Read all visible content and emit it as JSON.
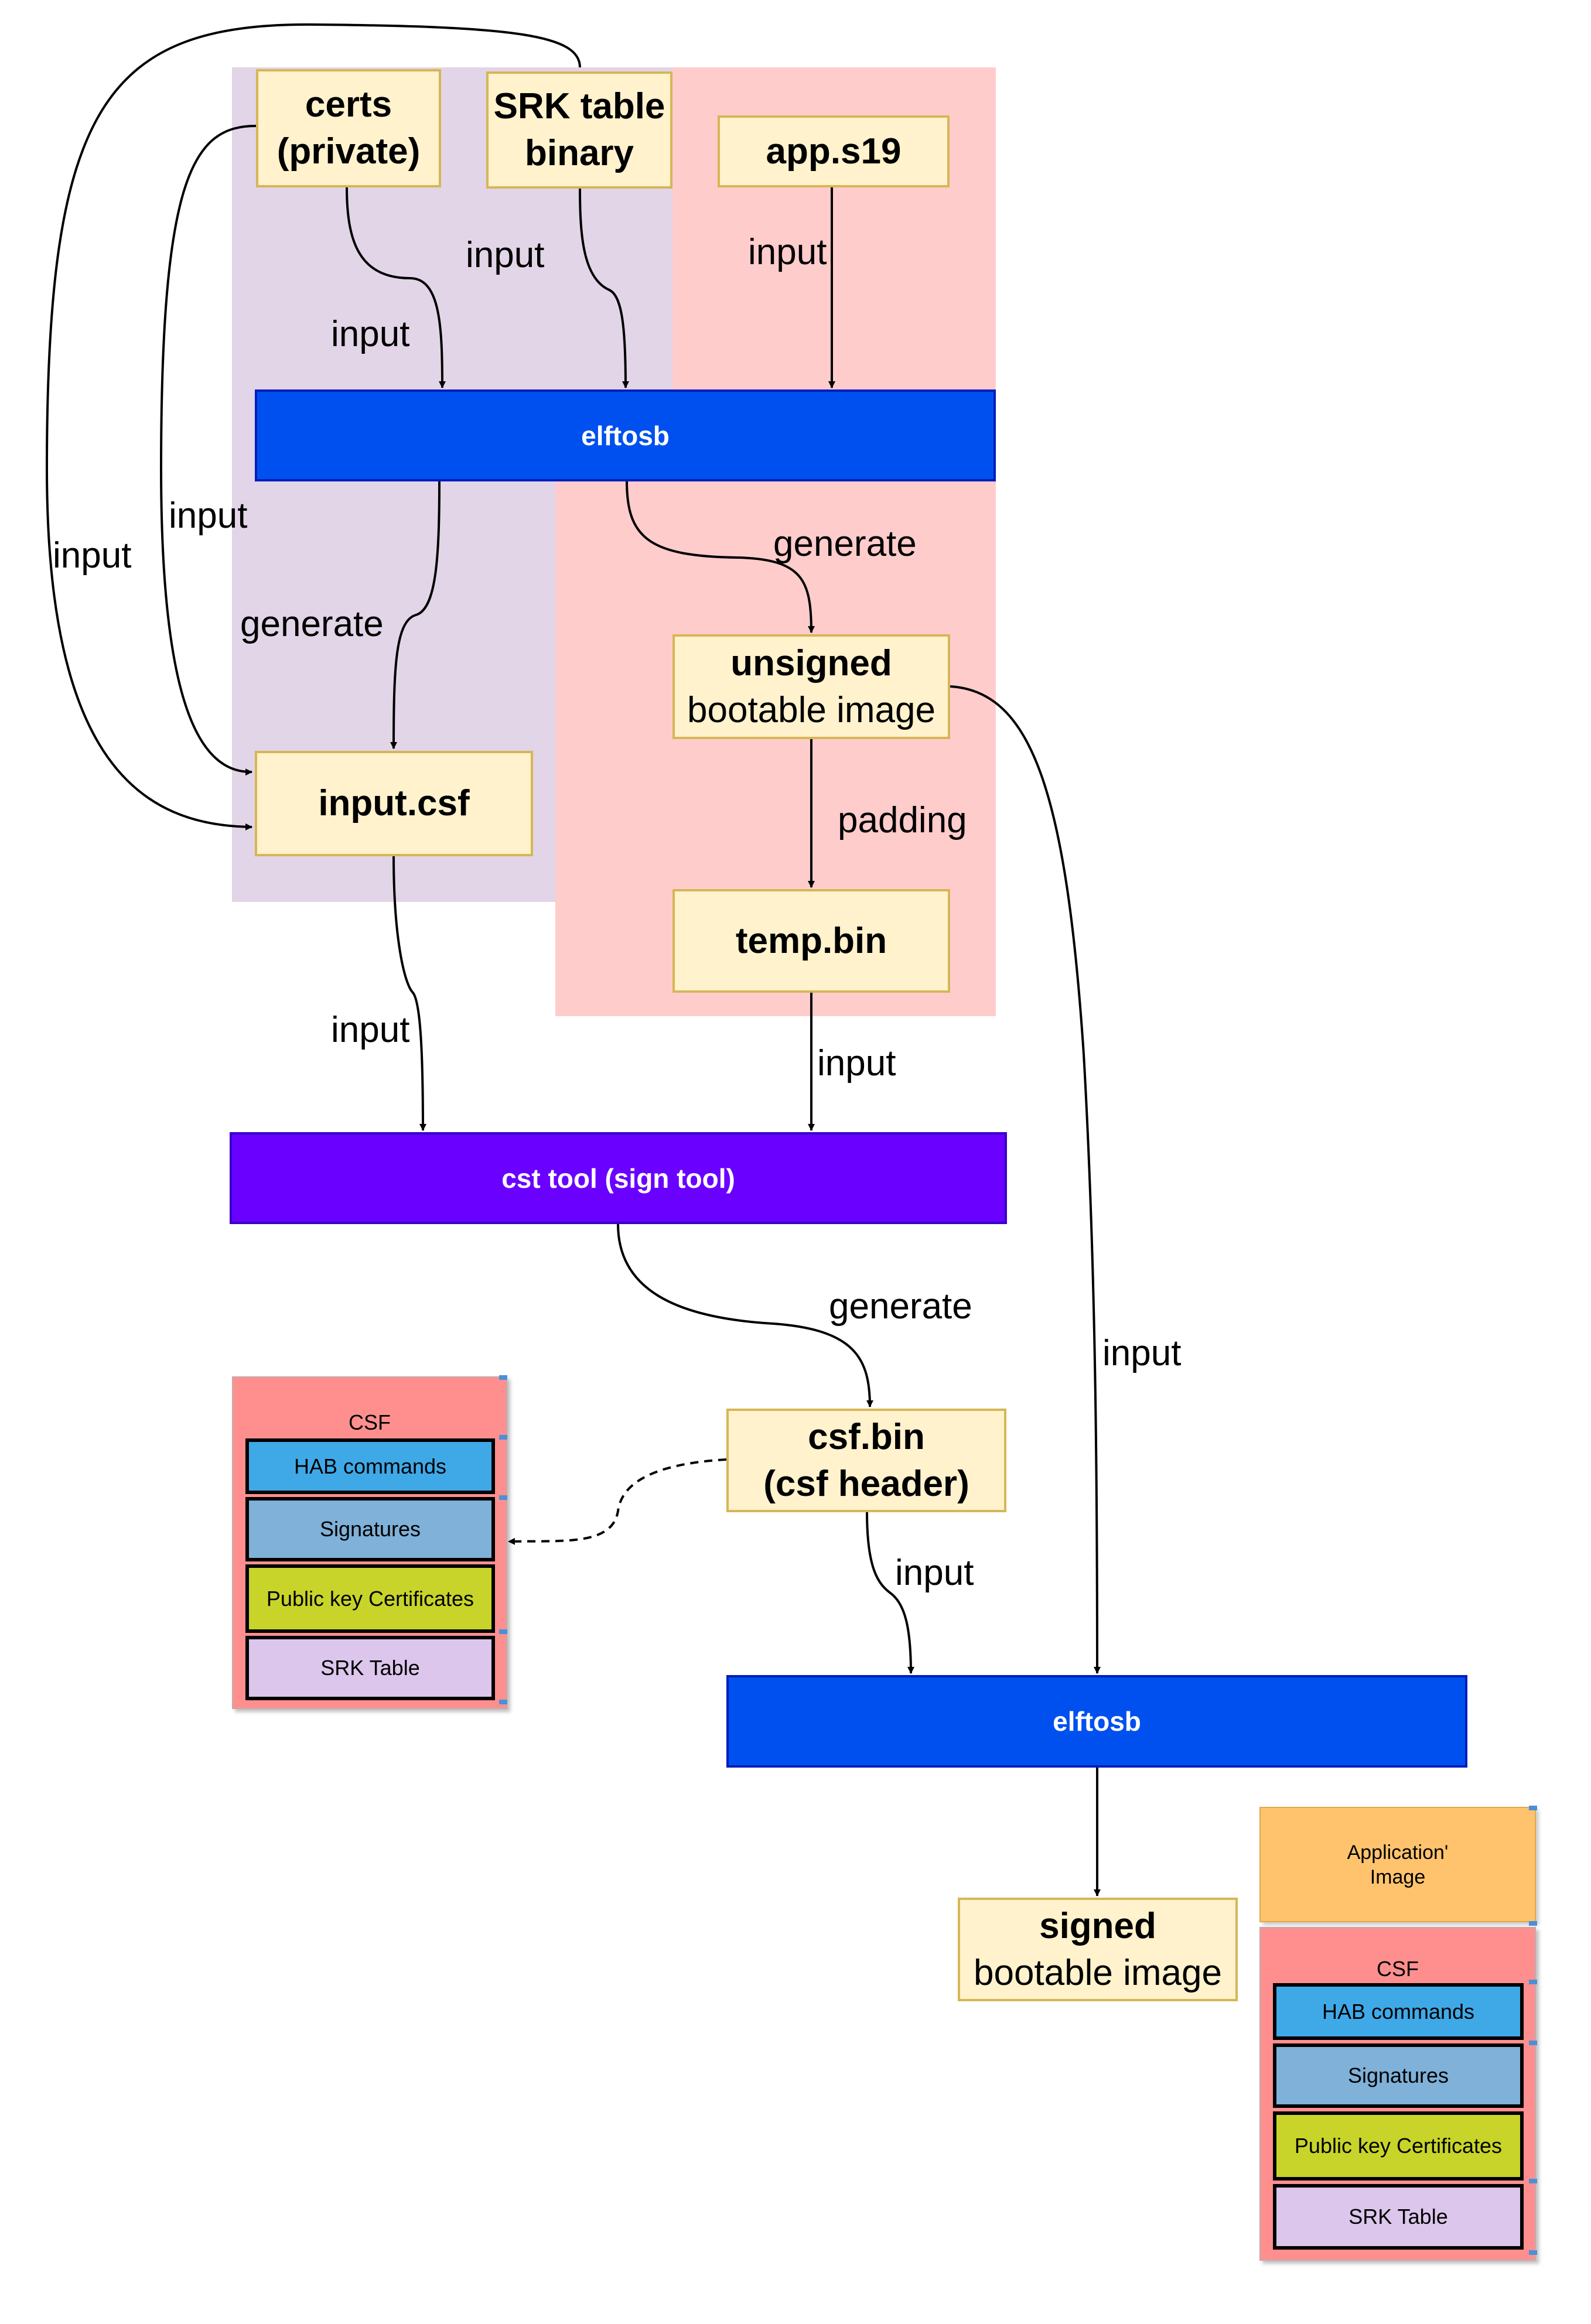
{
  "regions": {
    "signing_inputs": "",
    "image_build": ""
  },
  "nodes": {
    "certs": {
      "line1": "certs",
      "line2": "(private)"
    },
    "srk_table": {
      "line1": "SRK table",
      "line2": "binary"
    },
    "app_s19": {
      "line1": "app.s19"
    },
    "unsigned": {
      "line1": "unsigned",
      "line2": "bootable image"
    },
    "input_csf": {
      "line1": "input.csf"
    },
    "temp_bin": {
      "line1": "temp.bin"
    },
    "csf_bin": {
      "line1": "csf.bin",
      "line2": "(csf header)"
    },
    "signed": {
      "line1": "signed",
      "line2": "bootable image"
    }
  },
  "tools": {
    "elftosb_top": "elftosb",
    "cst": "cst tool (sign tool)",
    "elftosb_bottom": "elftosb"
  },
  "edge_labels": {
    "certs_to_elftosb": "input",
    "srk_to_elftosb": "input",
    "app_to_elftosb": "input",
    "srk_to_csf": "input",
    "certs_to_csf": "input",
    "elftosb_to_csf": "generate",
    "elftosb_to_unsigned": "generate",
    "unsigned_to_temp": "padding",
    "csf_to_cst": "input",
    "temp_to_cst": "input",
    "cst_to_csfbin": "generate",
    "unsigned_to_elftosb2": "input",
    "csfbin_to_elftosb2": "input"
  },
  "csf_legend": {
    "title": "CSF",
    "items": [
      "HAB commands",
      "Signatures",
      "Public key Certificates",
      "SRK Table"
    ]
  },
  "signed_legend": {
    "app_image": "Application' Image",
    "title": "CSF",
    "items": [
      "HAB commands",
      "Signatures",
      "Public key Certificates",
      "SRK Table"
    ]
  },
  "colors": {
    "node_fill": "#fff2cc",
    "node_border": "#d6b656",
    "tool_blue": "#0050ef",
    "tool_purple": "#6a00ff",
    "region_purple": "#e1d5e7",
    "region_red": "#ffcccc"
  }
}
